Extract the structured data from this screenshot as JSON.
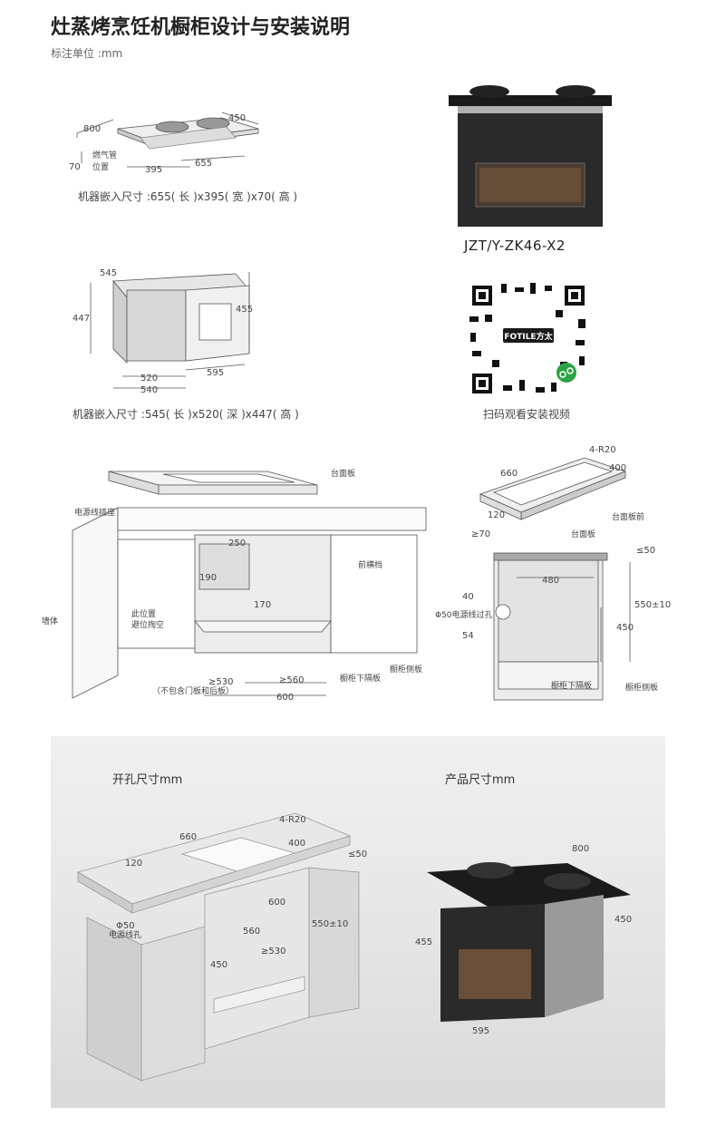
{
  "header": {
    "title": "灶蒸烤烹饪机橱柜设计与安装说明",
    "subtitle": "标注单位 :mm"
  },
  "cooktop": {
    "dims": {
      "w800": "800",
      "w450": "450",
      "h70": "70",
      "d395": "395",
      "d655": "655"
    },
    "gas_label_1": "燃气管",
    "gas_label_2": "位置",
    "caption": "机器嵌入尺寸 :655( 长 )x395( 宽 )x70( 高 )"
  },
  "product": {
    "model": "JZT/Y-ZK46-X2",
    "brand": "FOTILE方太"
  },
  "oven": {
    "dims": {
      "d545": "545",
      "h447": "447",
      "h455": "455",
      "w520": "520",
      "w540": "540",
      "w595": "595"
    },
    "caption": "机器嵌入尺寸 :545( 长 )x520( 深 )x447( 高 )"
  },
  "qr": {
    "caption": "扫码观看安装视频"
  },
  "cabinet": {
    "countertop": "台面板",
    "socket": "电源线插座",
    "wall": "墙体",
    "avoid_1": "此位置",
    "avoid_2": "避位掏空",
    "front_bar": "前横档",
    "lower_shelf": "橱柜下隔板",
    "side_panel": "橱柜侧板",
    "d250": "250",
    "d190": "190",
    "d170": "170",
    "d530": "≥530",
    "d560": "≥560",
    "d600": "600",
    "note": "（不包含门板和后板）"
  },
  "plan": {
    "d660": "660",
    "r20": "4-R20",
    "d400": "400",
    "d120": "120",
    "front": "台面板前"
  },
  "section": {
    "d70": "≥70",
    "countertop": "台面板",
    "d50": "≤50",
    "d480": "480",
    "d40": "40",
    "d550": "550±10",
    "hole": "Φ50电源线过孔",
    "d450": "450",
    "d54": "54",
    "lower_shelf": "橱柜下隔板",
    "side_panel": "橱柜侧板"
  },
  "render": {
    "cut_title": "开孔尺寸mm",
    "prod_title": "产品尺寸mm",
    "d660": "660",
    "r20": "4-R20",
    "d400": "400",
    "d120": "120",
    "d50": "≤50",
    "d600": "600",
    "hole_1": "Φ50",
    "hole_2": "电源线孔",
    "d550": "550±10",
    "d560": "560",
    "d450": "450",
    "d530": "≥530",
    "p800": "800",
    "p455": "455",
    "p450": "450",
    "p595": "595"
  }
}
